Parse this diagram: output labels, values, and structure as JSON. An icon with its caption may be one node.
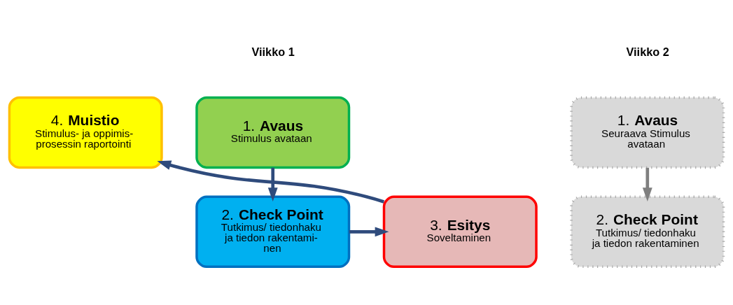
{
  "diagram": {
    "nodes": [
      {
        "text": [
          "1. **Avaus**",
          "Stimulus avataan"
        ]
      },
      {
        "text": [
          "4. **Muistio**",
          "Stimulus- ja oppimis- prosessin raportointi"
        ]
      },
      {
        "text": [
          "1. **Avaus**",
          "Seuraava Stimulus avataan"
        ]
      },
      {
        "text": [
          "2. **Check Point**",
          "Tutkimus/ tiedonhaku ja tiedon rakentami- nen"
        ]
      },
      {
        "text": [
          "3. **Esitys**",
          "Soveltaminen"
        ]
      },
      {
        "text": [
          "2. **Check Point**",
          "Tutkimus/ tiedonhaku ja tiedon rakentaminen"
        ]
      }
    ],
    "edges": [
      {
        "from": 0,
        "to": 3,
        "arrow": "to"
      },
      {
        "from": 3,
        "to": 4,
        "arrow": "to"
      },
      {
        "from": 4,
        "to": 1,
        "arrow": "to"
      },
      {
        "from": 2,
        "to": 5,
        "arrow": "to",
        "color": "#7f7f7f"
      }
    ],
    "labels": [
      "Viikko 1",
      "Viikko 2"
    ]
  }
}
